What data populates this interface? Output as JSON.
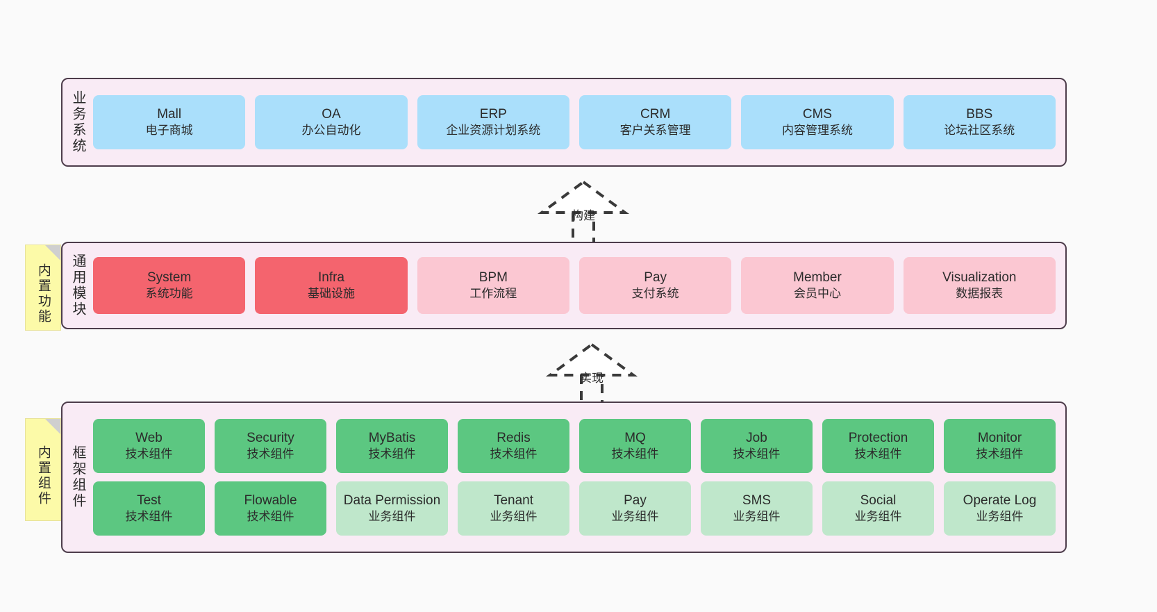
{
  "diagram": {
    "title_hidden": "",
    "colors": {
      "canvas_bg": "#fafafa",
      "layer_bg": "#f9ebf5",
      "layer_border": "#4d3d4b",
      "business_card": "#aadffb",
      "module_core_card": "#f4646e",
      "module_card": "#fbc7d2",
      "framework_tech_card": "#5cc781",
      "framework_business_card": "#bfe7cb",
      "note_bg": "#fcfaa8",
      "note_fold": "#cfcfcf"
    }
  },
  "layers": {
    "business": {
      "label": "业务系统",
      "cards": [
        {
          "title": "Mall",
          "sub": "电子商城"
        },
        {
          "title": "OA",
          "sub": "办公自动化"
        },
        {
          "title": "ERP",
          "sub": "企业资源计划系统"
        },
        {
          "title": "CRM",
          "sub": "客户关系管理"
        },
        {
          "title": "CMS",
          "sub": "内容管理系统"
        },
        {
          "title": "BBS",
          "sub": "论坛社区系统"
        }
      ]
    },
    "module": {
      "label": "通用模块",
      "note": "内置功能",
      "cards": [
        {
          "title": "System",
          "sub": "系统功能",
          "variant": "red"
        },
        {
          "title": "Infra",
          "sub": "基础设施",
          "variant": "red"
        },
        {
          "title": "BPM",
          "sub": "工作流程",
          "variant": "pinklight"
        },
        {
          "title": "Pay",
          "sub": "支付系统",
          "variant": "pinklight"
        },
        {
          "title": "Member",
          "sub": "会员中心",
          "variant": "pinklight"
        },
        {
          "title": "Visualization",
          "sub": "数据报表",
          "variant": "pinklight"
        }
      ]
    },
    "framework": {
      "label": "框架组件",
      "note": "内置组件",
      "row1": [
        {
          "title": "Web",
          "sub": "技术组件",
          "variant": "green"
        },
        {
          "title": "Security",
          "sub": "技术组件",
          "variant": "green"
        },
        {
          "title": "MyBatis",
          "sub": "技术组件",
          "variant": "green"
        },
        {
          "title": "Redis",
          "sub": "技术组件",
          "variant": "green"
        },
        {
          "title": "MQ",
          "sub": "技术组件",
          "variant": "green"
        },
        {
          "title": "Job",
          "sub": "技术组件",
          "variant": "green"
        },
        {
          "title": "Protection",
          "sub": "技术组件",
          "variant": "green"
        },
        {
          "title": "Monitor",
          "sub": "技术组件",
          "variant": "green"
        }
      ],
      "row2": [
        {
          "title": "Test",
          "sub": "技术组件",
          "variant": "green"
        },
        {
          "title": "Flowable",
          "sub": "技术组件",
          "variant": "green"
        },
        {
          "title": "Data Permission",
          "sub": "业务组件",
          "variant": "greenlight"
        },
        {
          "title": "Tenant",
          "sub": "业务组件",
          "variant": "greenlight"
        },
        {
          "title": "Pay",
          "sub": "业务组件",
          "variant": "greenlight"
        },
        {
          "title": "SMS",
          "sub": "业务组件",
          "variant": "greenlight"
        },
        {
          "title": "Social",
          "sub": "业务组件",
          "variant": "greenlight"
        },
        {
          "title": "Operate Log",
          "sub": "业务组件",
          "variant": "greenlight"
        }
      ]
    }
  },
  "connectors": [
    {
      "label": "构建",
      "from": "module",
      "to": "business"
    },
    {
      "label": "实现",
      "from": "framework",
      "to": "module"
    }
  ]
}
